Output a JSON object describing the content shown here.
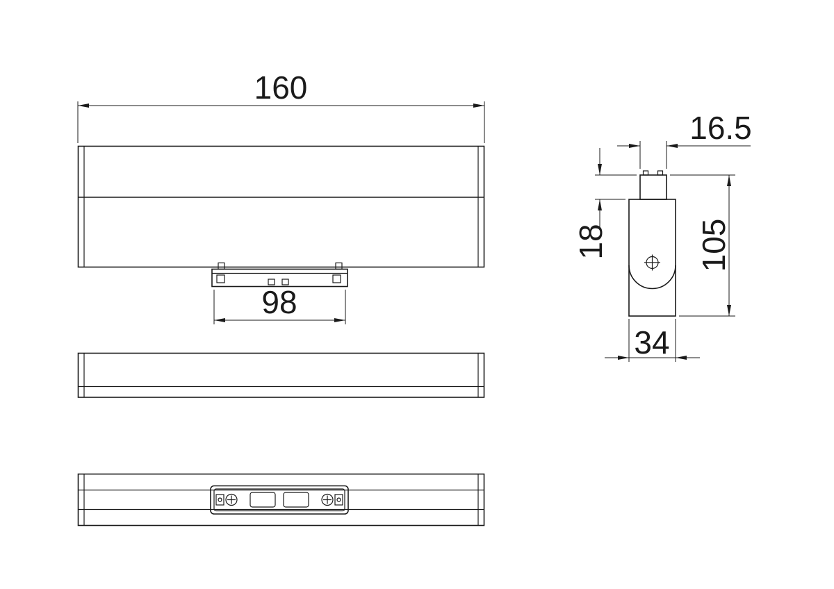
{
  "drawing": {
    "type": "technical-dimension-drawing",
    "colors": {
      "line": "#1a1a1a",
      "background": "#ffffff"
    },
    "dimensions": {
      "overall_width": "160",
      "adapter_width": "98",
      "connector_width": "16.5",
      "adapter_height": "18",
      "overall_height": "105",
      "body_depth": "34"
    }
  }
}
